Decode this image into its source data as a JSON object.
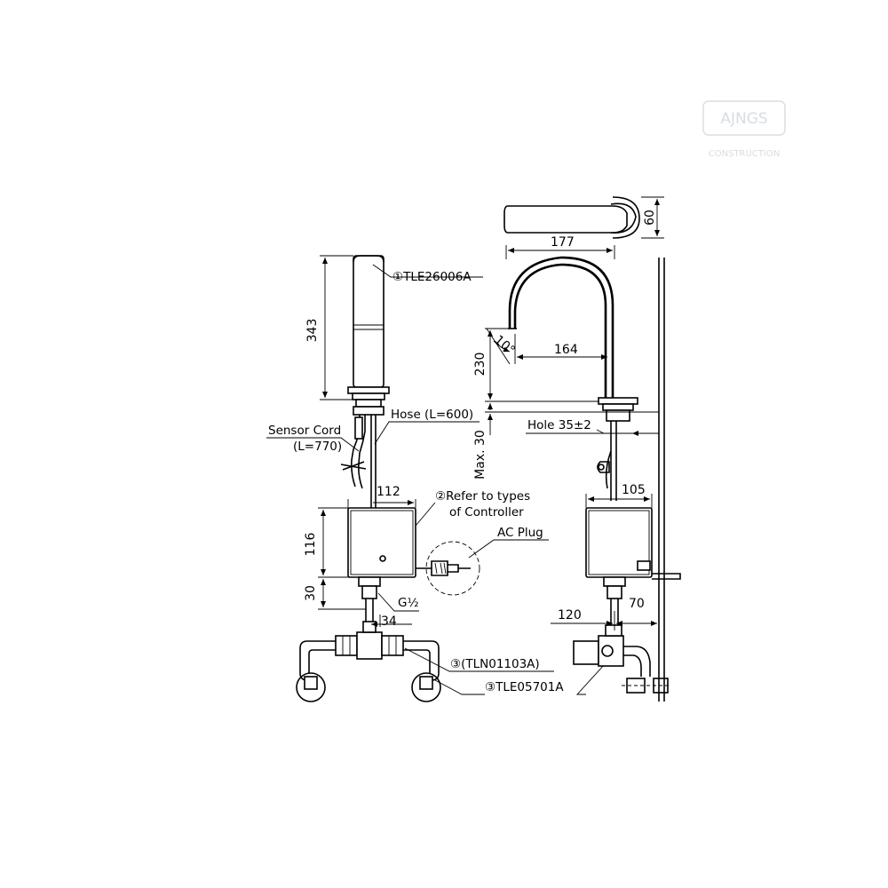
{
  "watermark": {
    "line1": "AJNGS",
    "line2": "CONSTRUCTION"
  },
  "dimensions": {
    "h343": "343",
    "h230": "230",
    "max30": "Max. 30",
    "h116": "116",
    "h30": "30",
    "w112": "112",
    "w34": "34",
    "w177": "177",
    "w164": "164",
    "w60": "60",
    "w105": "105",
    "w120": "120",
    "w70": "70",
    "angle": "10°"
  },
  "labels": {
    "part1": "①TLE26006A",
    "part2_line1": "②Refer to types",
    "part2_line2": "of Controller",
    "part3a": "③(TLN01103A)",
    "part3b": "③TLE05701A",
    "sensor_line1": "Sensor Cord",
    "sensor_line2": "(L=770)",
    "hose": "Hose (L=600)",
    "hole": "Hole 35±2",
    "ac_plug": "AC Plug",
    "thread": "G½"
  }
}
